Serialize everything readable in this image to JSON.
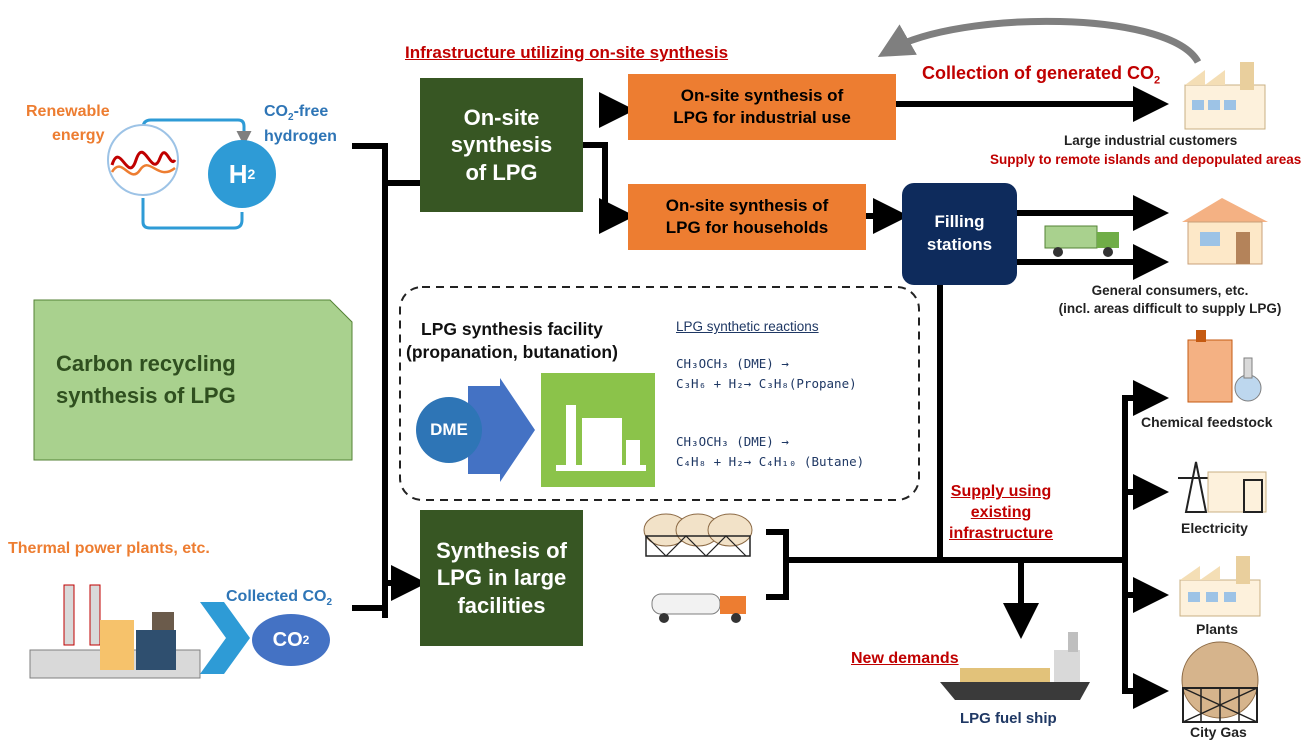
{
  "header": {
    "infrastructure_title": "Infrastructure utilizing on-site synthesis",
    "collection_co2": "Collection of generated CO",
    "collection_co2_sub": "2"
  },
  "sources": {
    "renewable_energy_l1": "Renewable",
    "renewable_energy_l2": "energy",
    "co2free_l1_a": "CO",
    "co2free_l1_sub": "2",
    "co2free_l1_b": "-free",
    "co2free_l2": "hydrogen",
    "h2_a": "H",
    "h2_sub": "2",
    "thermal": "Thermal power plants, etc.",
    "collected_co2_a": "Collected CO",
    "collected_co2_sub": "2",
    "co2_a": "CO",
    "co2_sub": "2"
  },
  "main_boxes": {
    "onsite_l1": "On-site",
    "onsite_l2": "synthesis",
    "onsite_l3": "of LPG",
    "large_l1": "Synthesis of",
    "large_l2": "LPG in large",
    "large_l3": "facilities",
    "industrial_l1": "On-site synthesis of",
    "industrial_l2": "LPG for industrial use",
    "households_l1": "On-site synthesis of",
    "households_l2": "LPG for households",
    "filling_l1": "Filling",
    "filling_l2": "stations"
  },
  "carbon_recycling": {
    "l1": "Carbon recycling",
    "l2": "synthesis of LPG"
  },
  "facility": {
    "title_l1": "LPG synthesis facility",
    "title_l2": "(propanation, butanation)",
    "dme": "DME",
    "reactions_title": "LPG synthetic reactions",
    "r1_l1": "CH₃OCH₃ (DME) →",
    "r1_l2": "C₃H₆ + H₂→ C₃H₈(Propane)",
    "r2_l1": "CH₃OCH₃ (DME) →",
    "r2_l2": "C₄H₈ + H₂→ C₄H₁₀ (Butane)"
  },
  "consumers": {
    "large_industrial": "Large industrial customers",
    "remote_islands": "Supply to remote islands and depopulated areas",
    "general_l1": "General consumers, etc.",
    "general_l2": "(incl. areas difficult to supply LPG)",
    "chemical": "Chemical feedstock",
    "electricity": "Electricity",
    "plants": "Plants",
    "city_gas": "City Gas",
    "fuel_ship": "LPG fuel ship",
    "new_demands": "New demands",
    "existing_l1": "Supply using",
    "existing_l2": "existing",
    "existing_l3": "infrastructure"
  },
  "icons": [
    "factory-icon",
    "house-icon",
    "truck-icon",
    "tank-icon",
    "tanker-truck-icon",
    "plant-icon",
    "power-plant-icon",
    "tower-icon",
    "gas-sphere-icon",
    "ship-icon",
    "curved-arrow-icon"
  ],
  "colors": {
    "green_box": "#375623",
    "orange_box": "#ed7d31",
    "navy_box": "#0e2b5c",
    "red_text": "#c00000",
    "blue_text": "#2e75b6",
    "orange_text": "#ed7d31",
    "light_green": "#a9d18e"
  }
}
